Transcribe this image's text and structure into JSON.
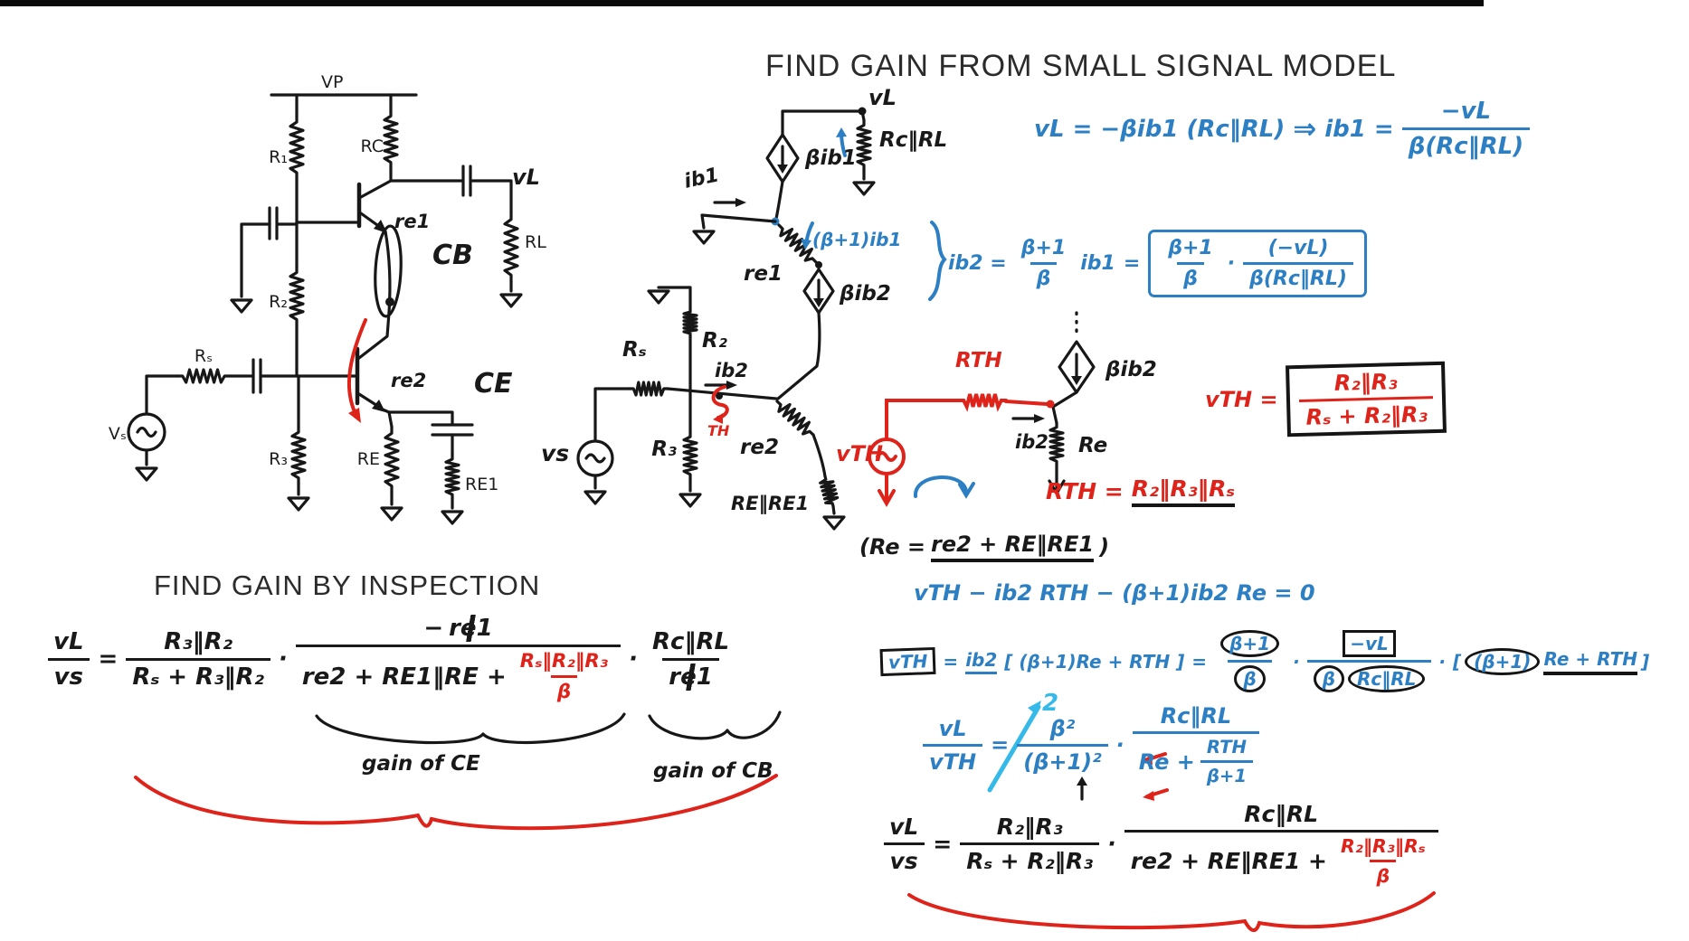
{
  "titles": {
    "small_signal": "FIND GAIN FROM SMALL SIGNAL MODEL",
    "inspection": "FIND GAIN BY INSPECTION"
  },
  "left_circuit": {
    "vp": "VP",
    "r1": "R₁",
    "rc": "RC",
    "r2": "R₂",
    "r3": "R₃",
    "rs": "Rₛ",
    "vs": "Vₛ",
    "re": "RE",
    "re1_res": "RE1",
    "rl": "RL",
    "vl": "vL",
    "re1_note": "re1",
    "re2_note": "re2",
    "cb": "CB",
    "ce": "CE"
  },
  "ss_model": {
    "ib1": "ib1",
    "beta_ib1": "βib1",
    "vl": "vL",
    "rc_rl": "Rc‖RL",
    "b1_ib1": "(β+1)ib1",
    "re1": "re1",
    "beta_ib2": "βib2",
    "r2": "R₂",
    "rs": "Rₛ",
    "ib2": "ib2",
    "th": "TH",
    "vs": "vs",
    "r3": "R₃",
    "re2": "re2",
    "re_par": "RE‖RE1"
  },
  "thevenin": {
    "rth": "RTH",
    "vth": "vTH",
    "ib2": "ib2",
    "re": "Re",
    "beta_ib2": "βib2"
  },
  "eq_gain_node": {
    "lhs": "vL = −βib1 (Rc‖RL)",
    "arrow": "⇒",
    "mid": "ib1 =",
    "num": "−vL",
    "den": "β(Rc‖RL)"
  },
  "eq_ib2": {
    "lhs": "ib2 =",
    "f1num": "β+1",
    "f1den": "β",
    "mid": "ib1",
    "eq": "=",
    "f2num": "β+1",
    "f2den": "β",
    "dot": "·",
    "f3num": "(−vL)",
    "f3den": "β(Rc‖RL)"
  },
  "eq_vth": {
    "lhs": "vTH =",
    "num": "R₂‖R₃",
    "den": "Rₛ + R₂‖R₃"
  },
  "eq_rth": {
    "lhs": "RTH =",
    "rhs": "R₂‖R₃‖Rₛ"
  },
  "eq_re": {
    "open": "(Re =",
    "body": "re2 + RE‖RE1",
    "close": ")"
  },
  "eq_kvl": "vTH − ib2 RTH − (β+1)ib2 Re = 0",
  "eq_vth_solved": {
    "lhs": "vTH",
    "eq1": "=",
    "i": "ib2",
    "brk1": "[ (β+1)Re + RTH ]",
    "eq2": "=",
    "f1num": "β+1",
    "f1den": "β",
    "dot1": "·",
    "f2num": "−vL",
    "f2den_a": "β",
    "f2den_b": "Rc‖RL",
    "dot2": "·",
    "brk2_open": "[",
    "brk2_circ": "(β+1)",
    "brk2_rest": "Re + RTH",
    "brk2_close": "]"
  },
  "eq_vl_vth": {
    "lnum": "vL",
    "lden": "vTH",
    "eq": "=",
    "f1num": "β²",
    "f1den": "(β+1)²",
    "dot": "·",
    "f2num": "Rc‖RL",
    "f2den_a": "Re +",
    "f2den_num": "RTH",
    "f2den_den": "β+1",
    "exp_note": "2"
  },
  "eq_vl_vs": {
    "lnum": "vL",
    "lden": "vs",
    "eq": "=",
    "f1num": "R₂‖R₃",
    "f1den": "Rₛ + R₂‖R₃",
    "dot": "·",
    "f2num": "Rc‖RL",
    "f2den_black": "re2 + RE‖RE1 +",
    "f2den_rednum": "R₂‖R₃‖Rₛ",
    "f2den_redden": "β"
  },
  "eq_inspection": {
    "lnum": "vL",
    "lden": "vs",
    "eq": "=",
    "f1num": "R₃‖R₂",
    "f1den": "Rₛ + R₃‖R₂",
    "dot1": "·",
    "f2num_minus": "−",
    "f2num_struck": "re1",
    "f2den_black": "re2 + RE1‖RE +",
    "f2den_rednum": "Rₛ‖R₂‖R₃",
    "f2den_redden": "β",
    "dot2": "·",
    "f3num": "Rc‖RL",
    "f3den_struck": "re1",
    "brace_ce": "gain of CE",
    "brace_cb": "gain of CB"
  }
}
